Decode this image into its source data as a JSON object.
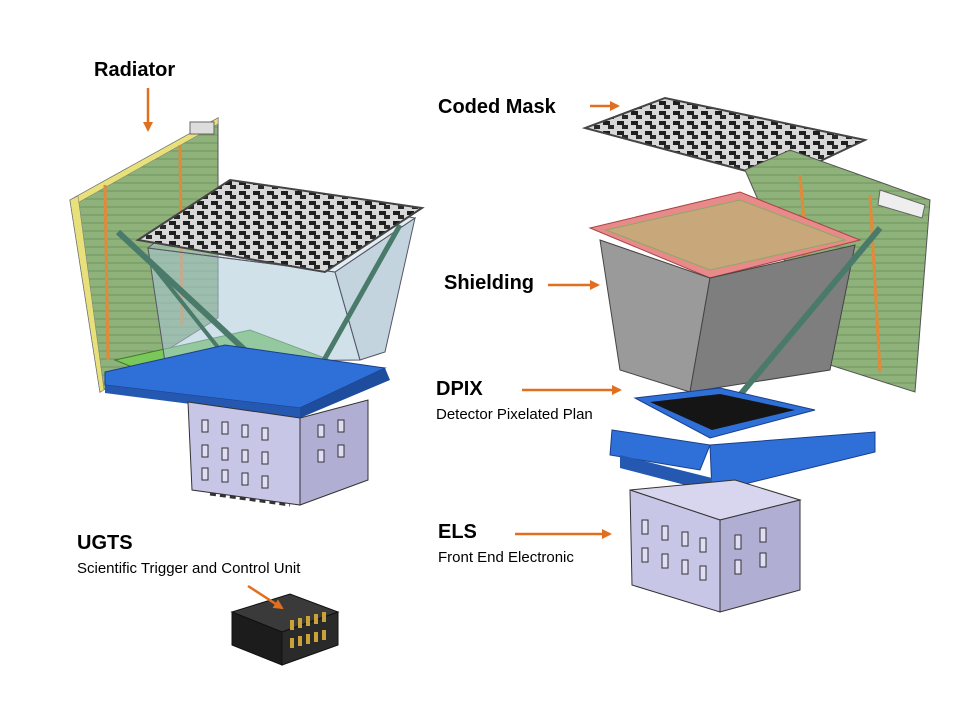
{
  "labels": {
    "radiator": "Radiator",
    "coded_mask": "Coded Mask",
    "shielding": "Shielding",
    "dpix_title": "DPIX",
    "dpix_sub": "Detector Pixelated Plan",
    "els_title": "ELS",
    "els_sub": "Front End Electronic",
    "ugts_title": "UGTS",
    "ugts_sub": "Scientific Trigger and Control Unit"
  },
  "colors": {
    "arrow": "#e07020",
    "radiator_panel": "#8fb27a",
    "radiator_edge": "#e8e07a",
    "heat_pipe": "#e08a3a",
    "blue_frame": "#2f6fd8",
    "shield_gray": "#8e8e8e",
    "shield_rim": "#e88a8a",
    "mask_dark": "#222222",
    "box_lavender": "#c8c6e6",
    "glass": "#aac8d8",
    "strut": "#4a7a6a",
    "ugts_dark": "#1c1c1c",
    "ugts_gold": "#c9a23a"
  }
}
